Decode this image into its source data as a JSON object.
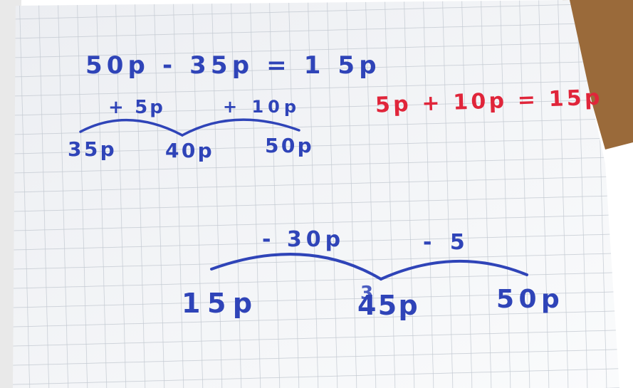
{
  "colors": {
    "blue_ink": "#2f44b8",
    "red_ink": "#e0253a",
    "paper": "#f4f5f7",
    "grid": "#c3c9d1",
    "desk": "#9a6a3a"
  },
  "notes": {
    "equation_blue": "50p - 35p = 1 5p",
    "equation_red": "5p + 10p = 15p",
    "top_numberline": {
      "jump_1": "+ 5p",
      "jump_2": "+ 10p",
      "points": [
        "35p",
        "40p",
        "50p"
      ]
    },
    "bottom_numberline": {
      "jump_1": "- 30p",
      "jump_2": "- 5",
      "points": [
        "15p",
        "45p",
        "50p"
      ],
      "overwritten_digit": "3"
    }
  }
}
